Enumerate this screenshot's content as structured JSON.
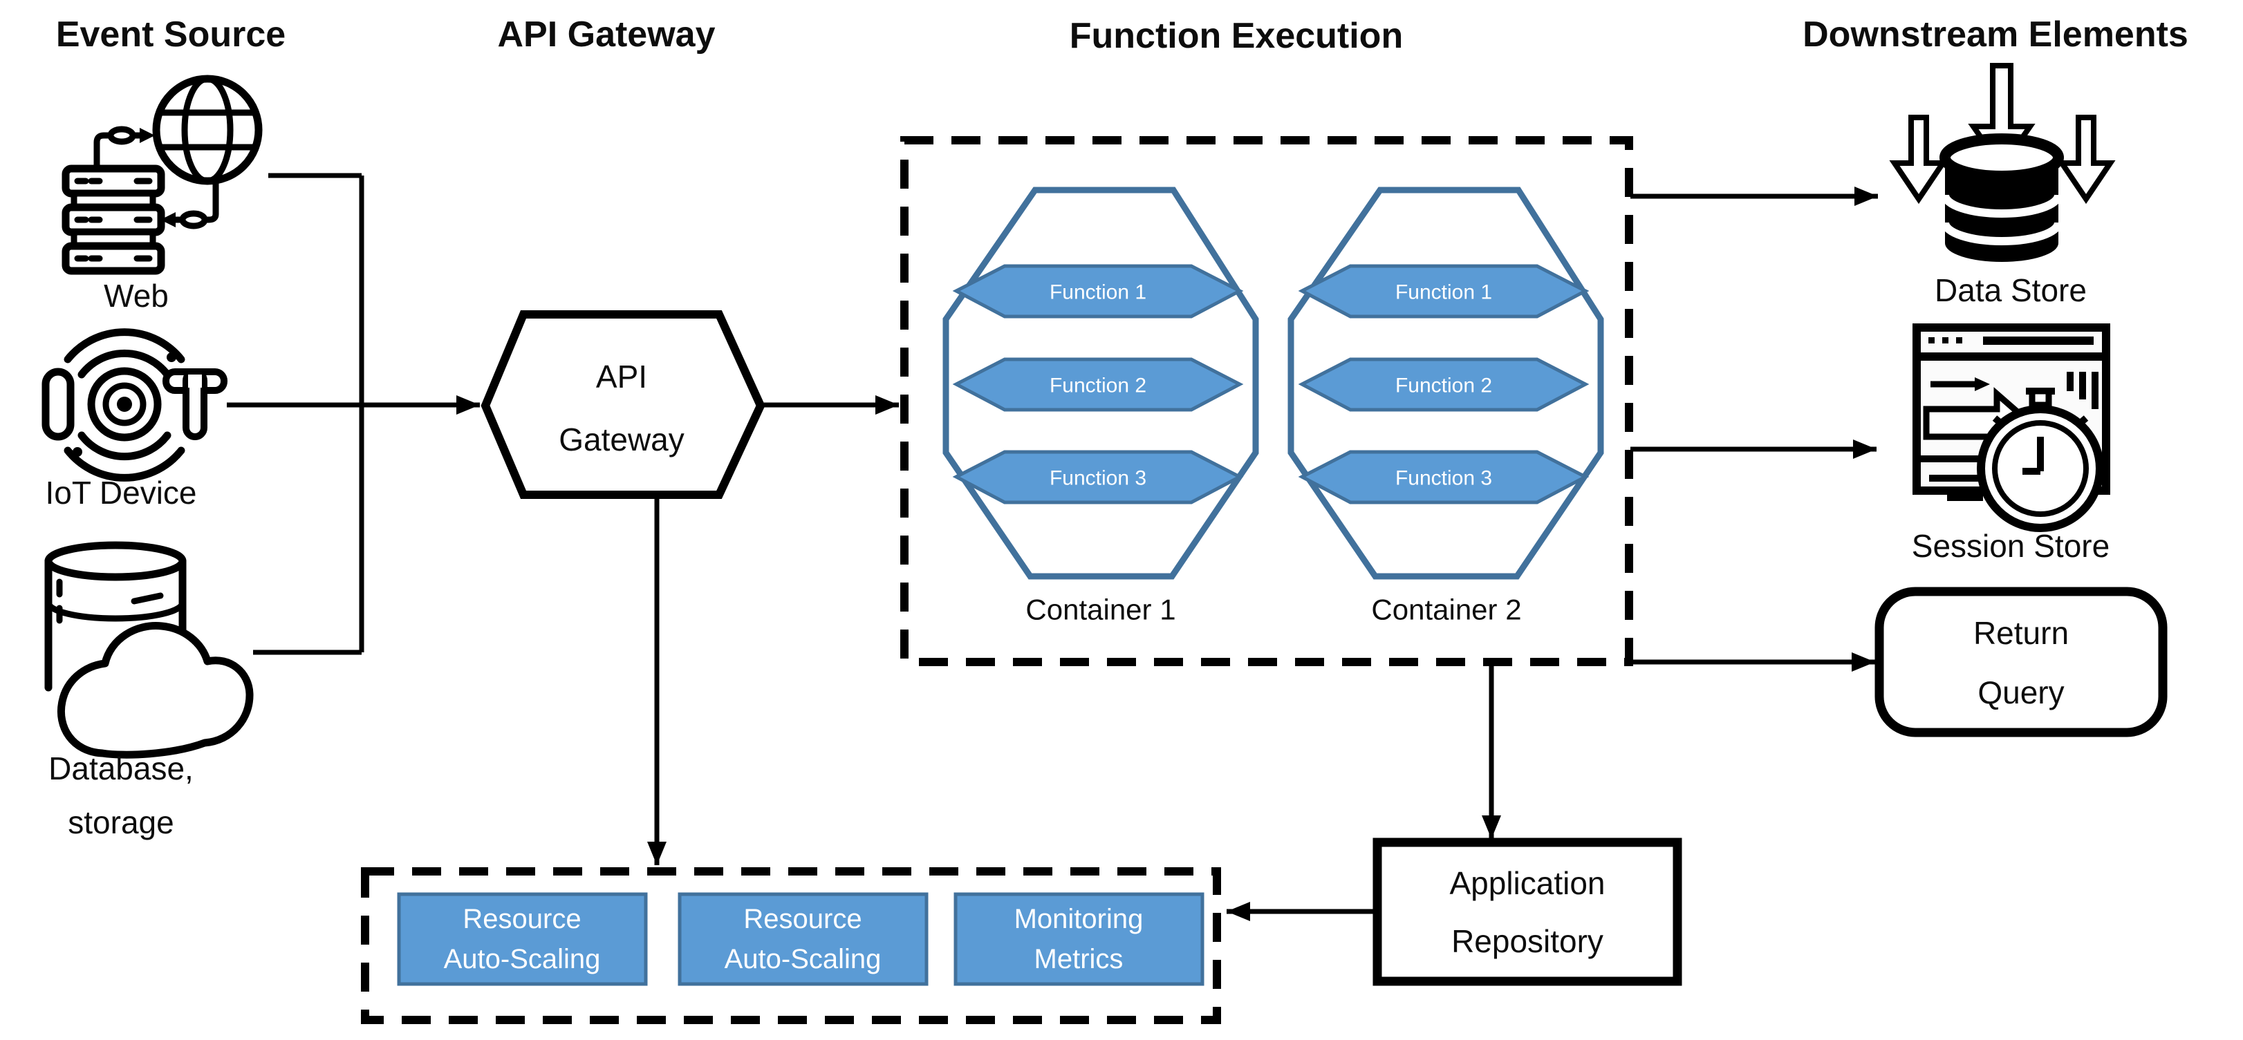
{
  "headings": {
    "event_source": "Event Source",
    "api_gateway": "API Gateway",
    "function_execution": "Function Execution",
    "downstream_elements": "Downstream Elements"
  },
  "event_sources": {
    "web": {
      "label": "Web",
      "icon": "server-globe-icon"
    },
    "iot": {
      "label": "IoT Device",
      "icon": "iot-signal-icon"
    },
    "database": {
      "label_line1": "Database,",
      "label_line2": "storage",
      "icon": "database-cloud-icon"
    }
  },
  "api_gateway": {
    "line1": "API",
    "line2": "Gateway"
  },
  "function_execution": {
    "containers": [
      {
        "label": "Container 1",
        "functions": [
          "Function 1",
          "Function 2",
          "Function 3"
        ]
      },
      {
        "label": "Container 2",
        "functions": [
          "Function 1",
          "Function 2",
          "Function 3"
        ]
      }
    ]
  },
  "downstream": {
    "data_store": {
      "label": "Data Store",
      "icon": "database-download-icon"
    },
    "session_store": {
      "label": "Session Store",
      "icon": "browser-stopwatch-icon"
    },
    "return_query": {
      "line1": "Return",
      "line2": "Query"
    }
  },
  "application_repository": {
    "line1": "Application",
    "line2": "Repository"
  },
  "metrics_panel": {
    "boxes": [
      {
        "line1": "Resource",
        "line2": "Auto-Scaling"
      },
      {
        "line1": "Resource",
        "line2": "Auto-Scaling"
      },
      {
        "line1": "Monitoring",
        "line2": "Metrics"
      }
    ]
  },
  "colors": {
    "node_fill": "#5b9bd5",
    "node_border": "#41719c",
    "line": "#000000",
    "text": "#111111",
    "white_text": "#ffffff",
    "background": "#ffffff"
  }
}
